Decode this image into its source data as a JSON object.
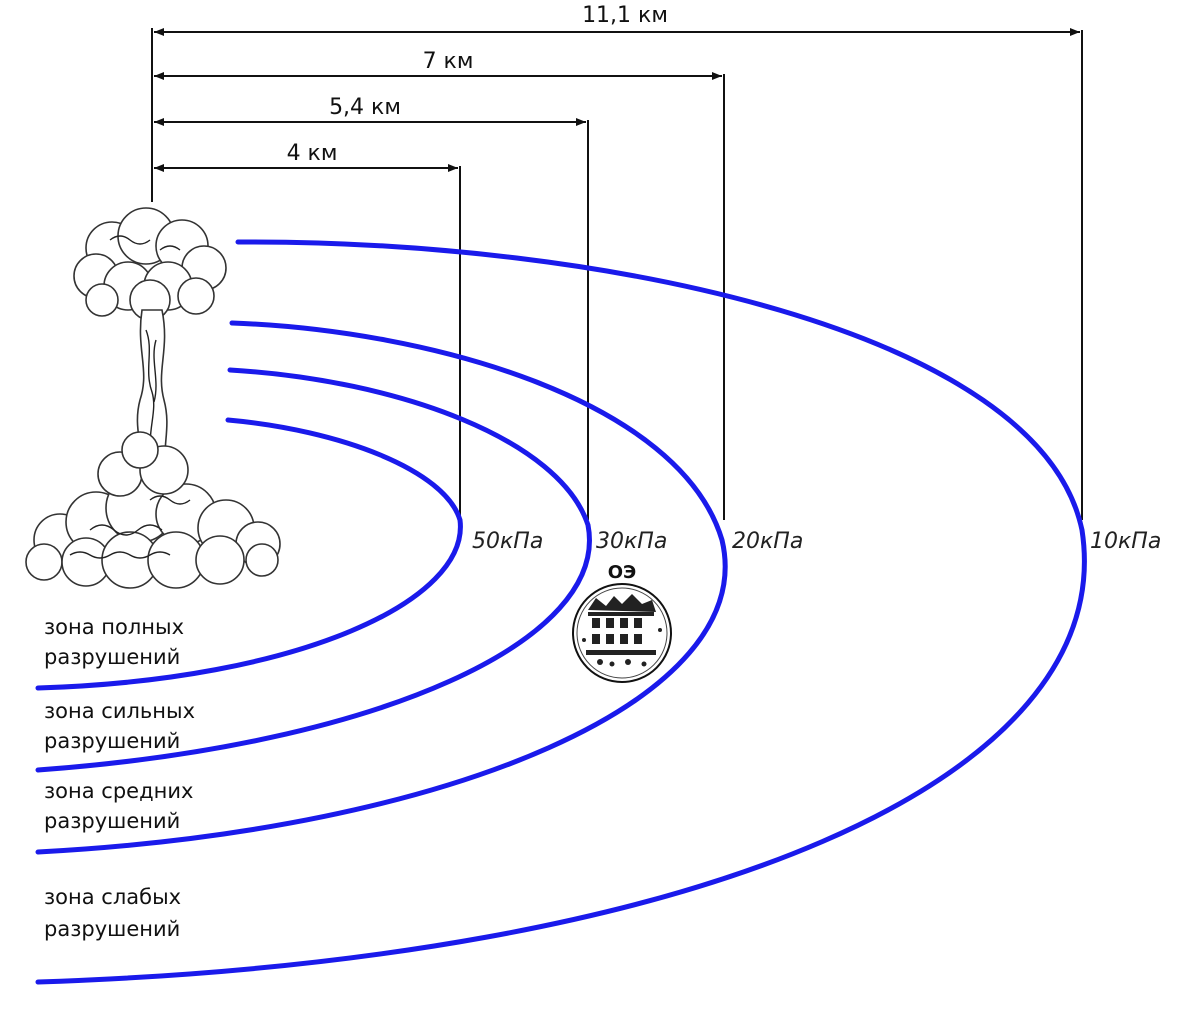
{
  "colors": {
    "zone_line": "#1a1aeb",
    "ink": "#111111"
  },
  "icons": {
    "explosion": "mushroom-cloud-icon",
    "object": "building-circle-icon"
  },
  "distances": [
    {
      "id": "d4",
      "label": "4 км",
      "km": 4
    },
    {
      "id": "d54",
      "label": "5,4 км",
      "km": 5.4
    },
    {
      "id": "d7",
      "label": "7 км",
      "km": 7
    },
    {
      "id": "d111",
      "label": "11,1 км",
      "km": 11.1
    }
  ],
  "pressures": [
    {
      "id": "p50",
      "label": "50кПа",
      "kpa": 50
    },
    {
      "id": "p30",
      "label": "30кПа",
      "kpa": 30
    },
    {
      "id": "p20",
      "label": "20кПа",
      "kpa": 20
    },
    {
      "id": "p10",
      "label": "10кПа",
      "kpa": 10
    }
  ],
  "zones": [
    {
      "id": "z-full",
      "line1": "зона полных",
      "line2": "разрушений"
    },
    {
      "id": "z-strong",
      "line1": "зона сильных",
      "line2": "разрушений"
    },
    {
      "id": "z-medium",
      "line1": "зона средних",
      "line2": "разрушений"
    },
    {
      "id": "z-weak",
      "line1": "зона слабых",
      "line2": "разрушений"
    }
  ],
  "object": {
    "label": "ОЭ"
  }
}
